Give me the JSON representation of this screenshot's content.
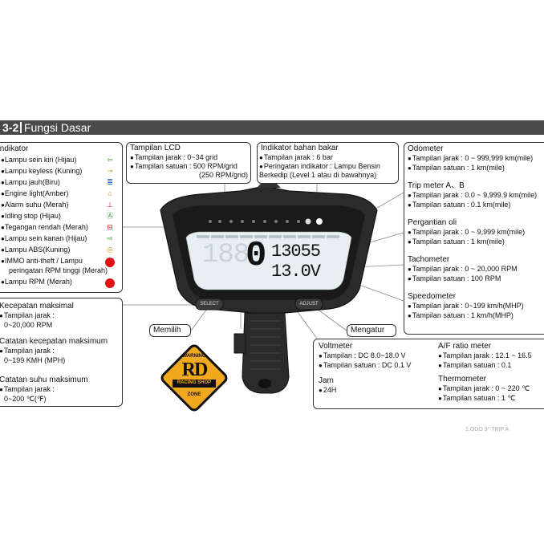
{
  "header": {
    "number": "3-2",
    "title": "Fungsi Dasar"
  },
  "indikator": {
    "title": "Indikator",
    "items": [
      {
        "label": "Lampu sein kiri (Hijau)",
        "icon": "left-arrow-icon",
        "color": "#2a9a2a"
      },
      {
        "label": "Lampu keyless (Kuning)",
        "icon": "key-icon",
        "color": "#d08a10"
      },
      {
        "label": "Lampu jauh(Biru)",
        "icon": "high-beam-icon",
        "color": "#2060c0"
      },
      {
        "label": "Engine light(Amber)",
        "icon": "engine-icon",
        "color": "#d08a10"
      },
      {
        "label": "Alarm suhu (Merah)",
        "icon": "temperature-icon",
        "color": "#d02020"
      },
      {
        "label": "Idling stop (Hijau)",
        "icon": "idling-stop-icon",
        "color": "#2a9a2a"
      },
      {
        "label": "Tegangan rendah (Merah)",
        "icon": "battery-icon",
        "color": "#d02020"
      },
      {
        "label": "Lampu sein kanan (Hijau)",
        "icon": "right-arrow-icon",
        "color": "#2a9a2a"
      },
      {
        "label": "Lampu ABS(Kuning)",
        "icon": "abs-icon",
        "color": "#d08a10"
      }
    ],
    "immo_line1": "IMMO anti-theft / Lampu",
    "immo_line2": "peringatan RPM tinggi (Merah)",
    "rpm_label": "Lampu RPM (Merah)"
  },
  "lcd": {
    "title": "Tampilan LCD",
    "range": "Tampilan jarak : 0~34 grid",
    "unit": "Tampilan satuan : 500 RPM/grid",
    "unit2": "(250 RPM/grid)"
  },
  "fuel": {
    "title": "Indikator bahan bakar",
    "range": "Tampilan jarak : 6 bar",
    "warning": "Peringatan indikator : Lampu Bensin",
    "warning2": "Berkedip (Level 1 atau di bawahnya)"
  },
  "right_panel": {
    "odometer": {
      "title": "Odometer",
      "range": "Tampilan jarak : 0 ~ 999,999 km(mile)",
      "unit": "Tampilan satuan : 1 km(mile)"
    },
    "trip": {
      "title": "Trip meter A、B",
      "range": "Tampilan jarak : 0.0 ~ 9,999.9 km(mile)",
      "unit": "Tampilan satuan : 0.1 km(mile)"
    },
    "oil": {
      "title": "Pergantian oli",
      "range": "Tampilan jarak : 0 ~ 9,999 km(mile)",
      "unit": "Tampilan satuan : 1 km(mile)"
    },
    "tacho": {
      "title": "Tachometer",
      "range": "Tampilan jarak : 0 ~ 20,000 RPM",
      "unit": "Tampilan satuan : 100 RPM"
    },
    "speedo": {
      "title": "Speedometer",
      "range": "Tampilan jarak : 0~199 km/h(MHP)",
      "unit": "Tampilan satuan : 1 km/h(MHP)"
    }
  },
  "left_bottom": {
    "max_speed": {
      "title": "Kecepatan maksimal",
      "range": "Tampilan jarak :",
      "range_val": "0~20,000 RPM"
    },
    "rec_speed": {
      "title": "Catatan kecepatan maksimum",
      "range": "Tampilan jarak :",
      "range_val": "0~199 KMH (MPH)"
    },
    "rec_temp": {
      "title": "Catatan suhu maksimum",
      "range": "Tampilan jarak :",
      "range_val": "0~200 ℃(℉)"
    }
  },
  "bottom_right": {
    "volt": {
      "title": "Voltmeter",
      "range": "Tampilan : DC 8.0~18.0 V",
      "unit": "Tampilan satuan : DC 0.1 V"
    },
    "clock": {
      "title": "Jam",
      "value": "24H"
    },
    "af": {
      "title": "A/F ratio meter",
      "range": "Tampilan jarak : 12.1 ~ 16.5",
      "unit": "Tampilan satuan : 0.1"
    },
    "thermo": {
      "title": "Thermometer",
      "range": "Tampilan jarak : 0 ~ 220 ℃",
      "unit": "Tampilan satuan : 1 ℃"
    }
  },
  "buttons": {
    "select_callout": "Memilih",
    "adjust_callout": "Mengatur",
    "select_btn": "SELECT",
    "adjust_btn": "ADJUST"
  },
  "gauge": {
    "gear": "0",
    "odo": "13055",
    "volt": "13.0V",
    "speed_ghost": "188"
  },
  "logo": {
    "top": "WARNING",
    "letters": "RD",
    "band": "RACING SHOP",
    "bottom": "ZONE"
  },
  "footer_note": "1.ODO 9° TRIP A",
  "colors": {
    "header_bg": "#4a4a4a",
    "red_dot": "#e01010",
    "logo_yellow": "#f2a81d"
  }
}
